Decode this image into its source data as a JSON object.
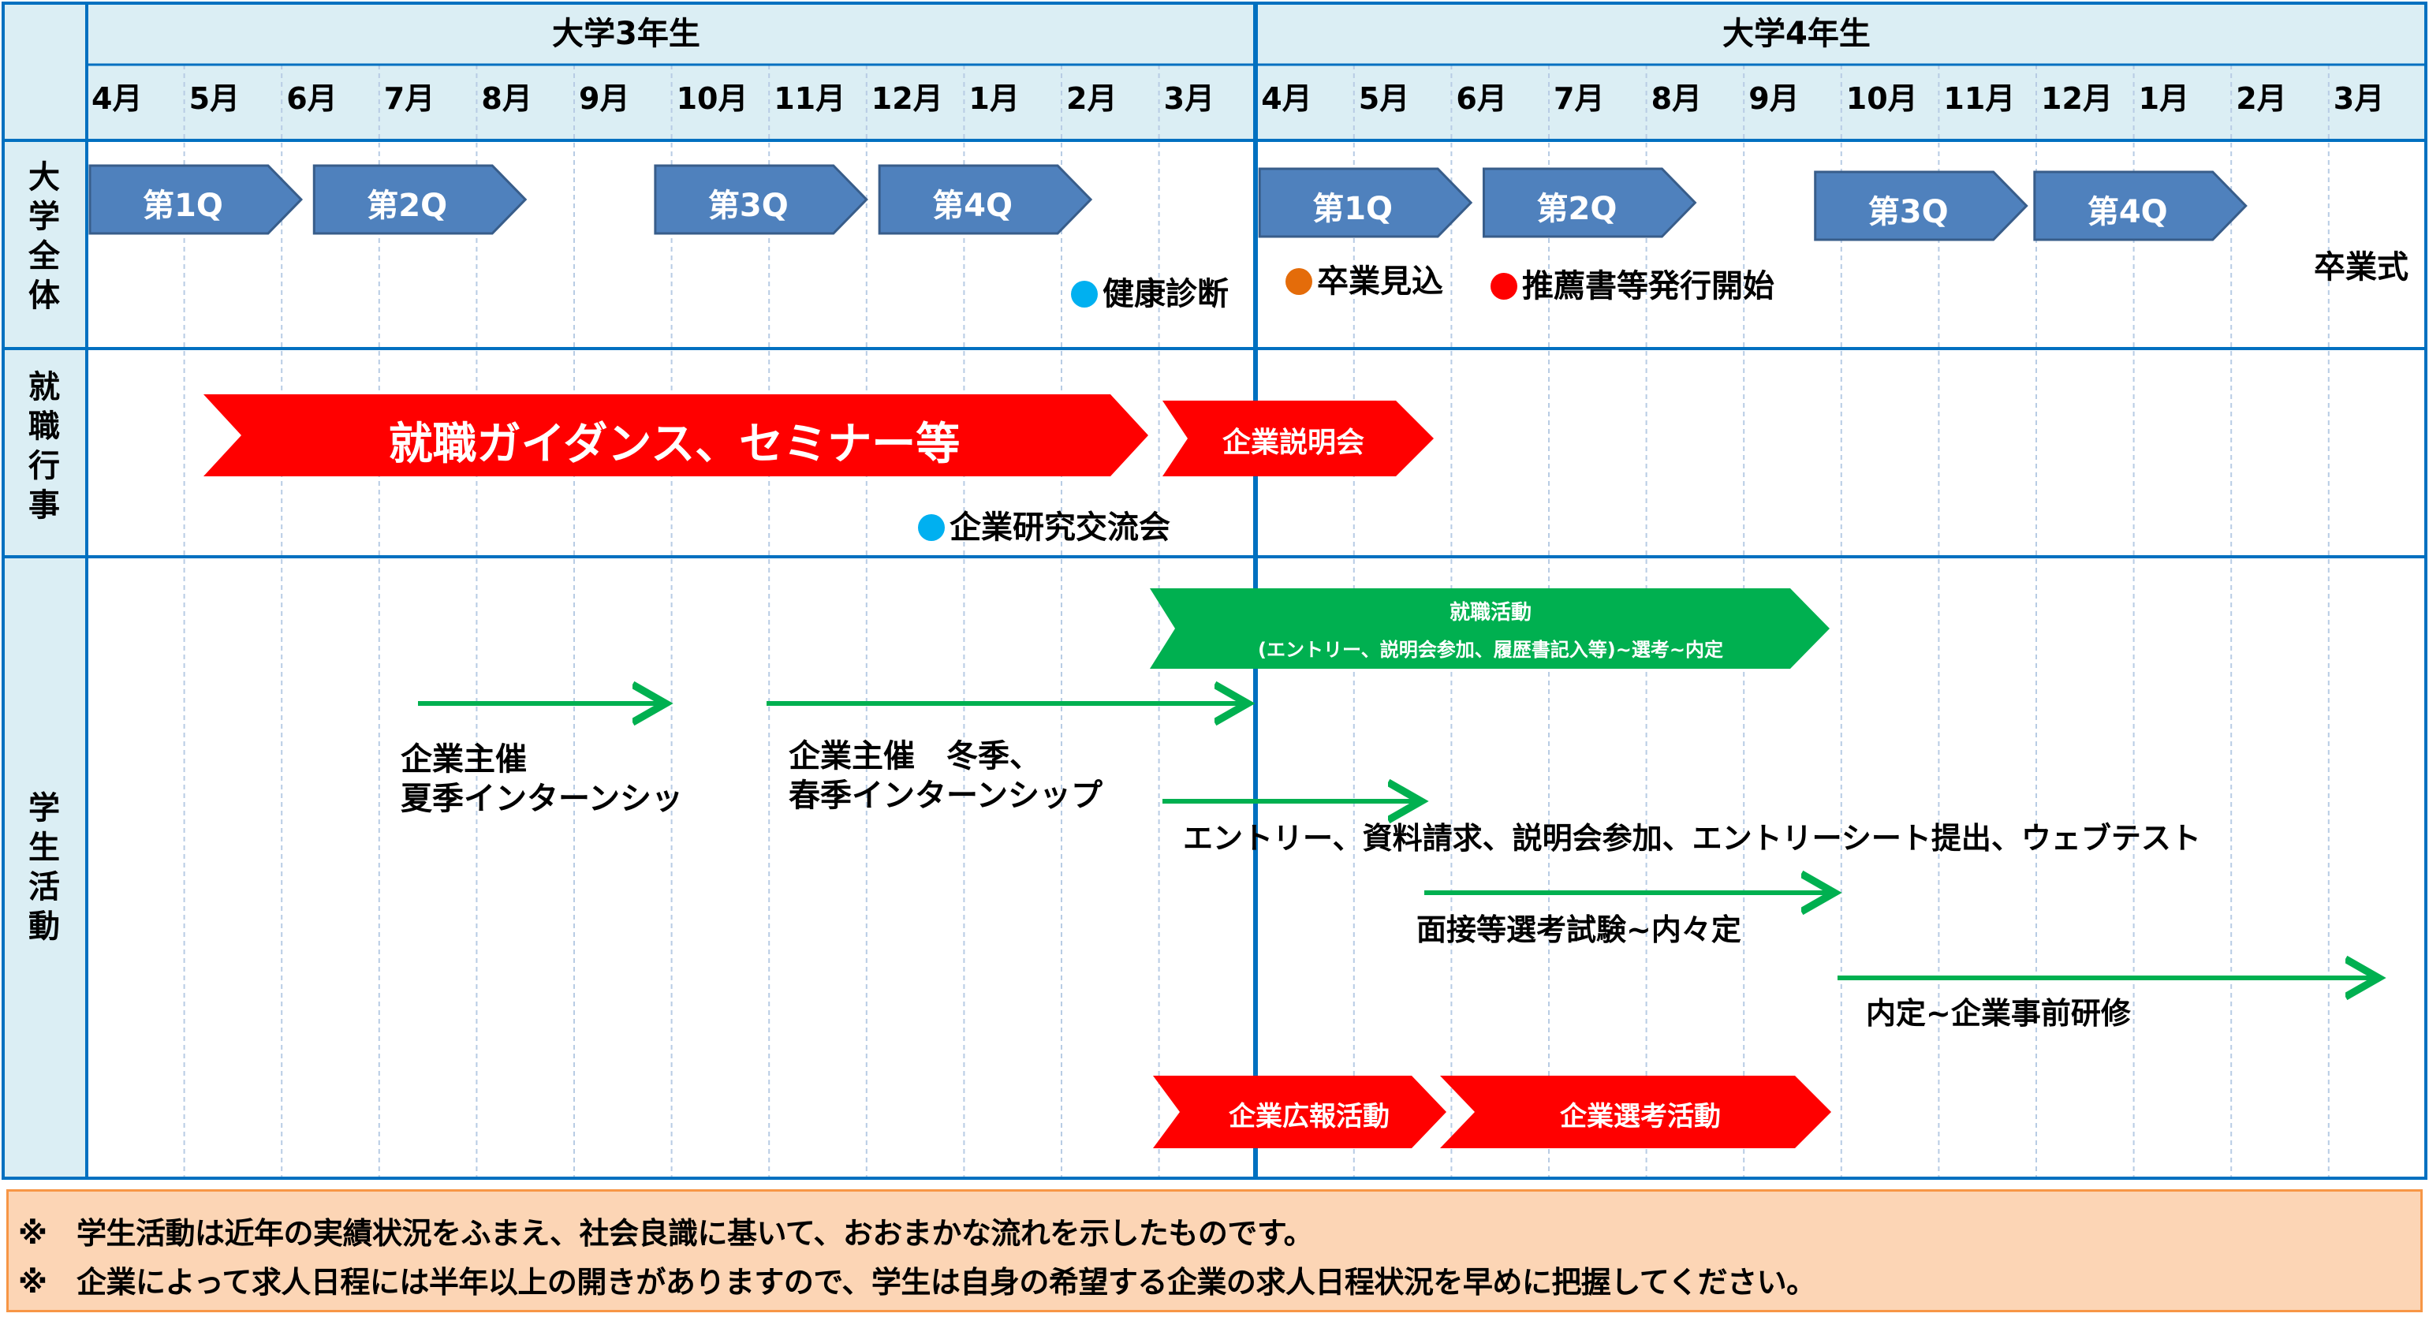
{
  "years": [
    {
      "label": "大学3年生",
      "months": [
        "4月",
        "5月",
        "6月",
        "7月",
        "8月",
        "9月",
        "10月",
        "11月",
        "12月",
        "1月",
        "2月",
        "3月"
      ]
    },
    {
      "label": "大学4年生",
      "months": [
        "4月",
        "5月",
        "6月",
        "7月",
        "8月",
        "9月",
        "10月",
        "11月",
        "12月",
        "1月",
        "2月",
        "3月"
      ]
    }
  ],
  "rows": [
    {
      "id": "university",
      "label": [
        "大",
        "学",
        "全",
        "体"
      ]
    },
    {
      "id": "job_events",
      "label": [
        "就",
        "職",
        "行",
        "事"
      ]
    },
    {
      "id": "student",
      "label": [
        "学",
        "生",
        "活",
        "動"
      ]
    }
  ],
  "quarters": [
    {
      "label": "第1Q",
      "start_month": 0,
      "end_month": 2.2
    },
    {
      "label": "第2Q",
      "start_month": 2.3,
      "end_month": 4.5
    },
    {
      "label": "第3Q",
      "start_month": 5.8,
      "end_month": 8.0
    },
    {
      "label": "第4Q",
      "start_month": 8.1,
      "end_month": 10.3
    },
    {
      "label": "第1Q",
      "start_month": 12.0,
      "end_month": 14.2
    },
    {
      "label": "第2Q",
      "start_month": 14.3,
      "end_month": 16.5
    },
    {
      "label": "第3Q",
      "start_month": 17.7,
      "end_month": 19.9
    },
    {
      "label": "第4Q",
      "start_month": 19.95,
      "end_month": 22.15
    }
  ],
  "university_events": [
    {
      "label": "健康診断",
      "dot_color": "#00b0f0"
    },
    {
      "label": "卒業見込",
      "dot_color": "#e46c0a"
    },
    {
      "label": "推薦書等発行開始",
      "dot_color": "#ff0000"
    },
    {
      "label": "卒業式",
      "dot_color": ""
    }
  ],
  "job_events": {
    "guidance": "就職ガイダンス、セミナー等",
    "briefing": "企業説明会",
    "exchange": {
      "label": "企業研究交流会",
      "dot_color": "#00b0f0"
    }
  },
  "student_activity": {
    "job_hunting_title": "就職活動",
    "job_hunting_sub": "(エントリー、説明会参加、履歴書記入等)~選考~内定",
    "summer_intern": [
      "企業主催",
      "夏季インターンシッ"
    ],
    "winter_intern": [
      "企業主催　冬季、",
      "春季インターンシップ"
    ],
    "entry": "エントリー、資料請求、説明会参加、エントリーシート提出、ウェブテスト",
    "interview": "面接等選考試験~内々定",
    "offer": "内定~企業事前研修",
    "pr_activity": "企業広報活動",
    "selection_activity": "企業選考活動"
  },
  "notes": [
    "※　学生活動は近年の実績状況をふまえ、社会良識に基いて、おおまかな流れを示したものです。",
    "※　企業によって求人日程には半年以上の開きがありますので、学生は自身の希望する企業の求人日程状況を早めに把握してください。"
  ],
  "colors": {
    "header_bg": "#dbeef4",
    "border": "#0070c0",
    "quarter_fill": "#4f81bd",
    "red": "#ff0000",
    "green": "#00b050",
    "note_bg": "#fcd5b5",
    "note_border": "#f79646"
  }
}
